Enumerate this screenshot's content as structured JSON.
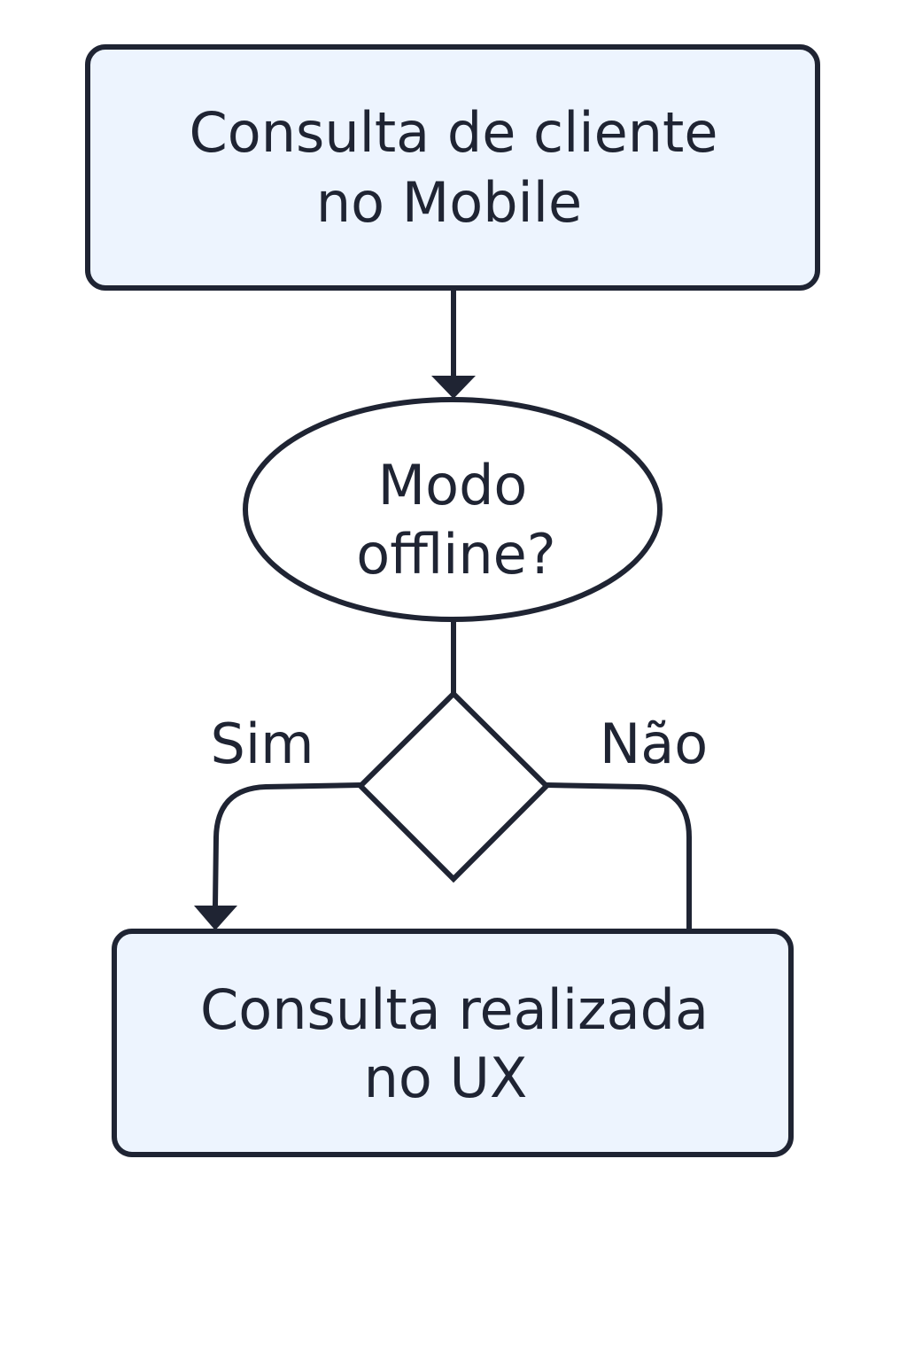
{
  "nodes": {
    "start": {
      "line1": "Consulta de cliente",
      "line2": "no Mobile"
    },
    "question": {
      "line1": "Modo",
      "line2": "offline?"
    },
    "end": {
      "line1": "Consulta realizada",
      "line2": "no UX"
    }
  },
  "branches": {
    "yes": "Sim",
    "no": "Não"
  },
  "colors": {
    "stroke": "#1f2433",
    "box_fill": "#edf4fe",
    "background": "#ffffff"
  }
}
